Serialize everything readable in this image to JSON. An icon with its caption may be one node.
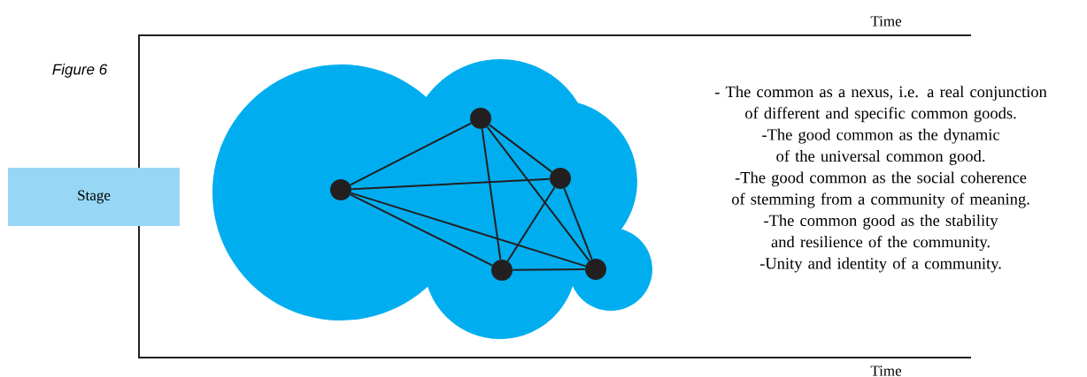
{
  "diagram": {
    "nodes": [
      {
        "text": [
          "Stage"
        ]
      },
      {
        "text": [],
        "shape": "cloud"
      },
      {
        "text": [],
        "shape": "circle",
        "in": 1
      },
      {
        "text": [],
        "shape": "circle",
        "in": 1
      },
      {
        "text": [],
        "shape": "circle",
        "in": 1
      },
      {
        "text": [],
        "shape": "circle",
        "in": 1
      },
      {
        "text": [],
        "shape": "circle",
        "in": 1
      }
    ],
    "edges": [
      {
        "from": 2,
        "to": 3,
        "arrow": "none"
      },
      {
        "from": 2,
        "to": 4,
        "arrow": "none"
      },
      {
        "from": 2,
        "to": 5,
        "arrow": "none"
      },
      {
        "from": 2,
        "to": 6,
        "arrow": "none"
      },
      {
        "from": 3,
        "to": 4,
        "arrow": "none"
      },
      {
        "from": 3,
        "to": 5,
        "arrow": "none"
      },
      {
        "from": 3,
        "to": 6,
        "arrow": "none"
      },
      {
        "from": 4,
        "to": 5,
        "arrow": "none"
      },
      {
        "from": 4,
        "to": 6,
        "arrow": "none"
      },
      {
        "from": 5,
        "to": 6,
        "arrow": "none"
      }
    ],
    "labels": [
      "Time",
      "Figure 6",
      "- The common as a nexus, i.e. a real conjunction of different and specific common goods.",
      "-The good common as the dynamic of the universal common good.",
      "-The good common as the social coherence of stemming from a community of meaning.",
      "-The common good as the stability and resilience of the community.",
      "-Unity and identity of a community.",
      "Time"
    ]
  }
}
